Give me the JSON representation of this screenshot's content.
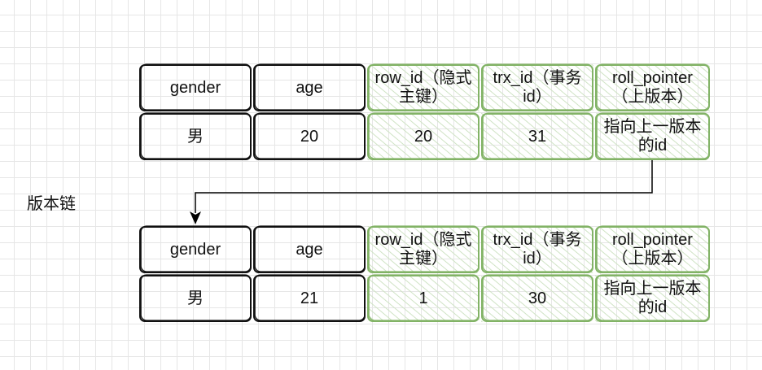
{
  "side_label": "版本链",
  "records": [
    {
      "id": "current",
      "header": [
        "gender",
        "age",
        "row_id（隐式主键）",
        "trx_id（事务id）",
        "roll_pointer（上版本）"
      ],
      "values": [
        "男",
        "20",
        "20",
        "31",
        "指向上一版本的id"
      ]
    },
    {
      "id": "previous",
      "header": [
        "gender",
        "age",
        "row_id（隐式主键）",
        "trx_id（事务id）",
        "roll_pointer（上版本）"
      ],
      "values": [
        "男",
        "21",
        "1",
        "30",
        "指向上一版本的id"
      ]
    }
  ],
  "colors": {
    "black_stroke": "#111111",
    "hidden_column_stroke": "#82b366",
    "hidden_column_hatch": "#d5e8d4",
    "arrow": "#000000"
  }
}
